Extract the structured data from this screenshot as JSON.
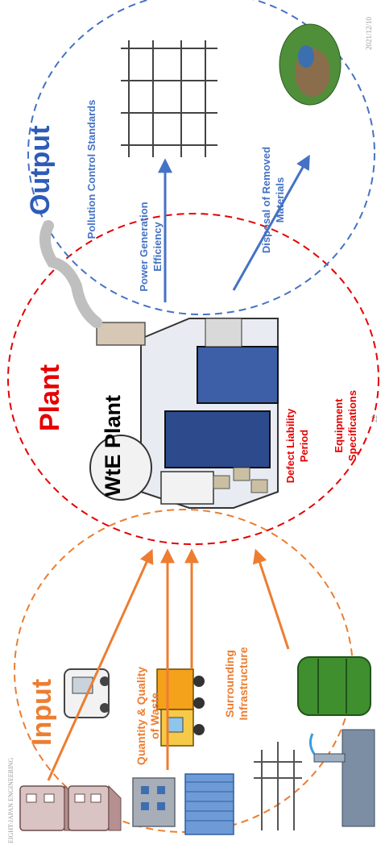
{
  "sections": {
    "input": "Input",
    "plant": "Plant",
    "output": "Output"
  },
  "plant": {
    "name": "WtE Plant",
    "defect_liability": "Defect Liability Period",
    "equipment_specs": "Equipment Specifications"
  },
  "input": {
    "quantity_quality": "Quantity & Quality of Waste",
    "surrounding_infra": "Surrounding Infrastructure"
  },
  "output": {
    "pollution_control": "Pollution Control Standards",
    "power_generation": "Power Generation Efficiency",
    "disposal": "Disposal of Removed Materials"
  },
  "footer": {
    "date": "2021/12/10",
    "page_number": "22",
    "company": "EIGHT-JAPAN ENGINEERING"
  },
  "colors": {
    "input": "#ed7d31",
    "plant": "#e60000",
    "output": "#4472c4"
  },
  "icons": [
    "house-icon",
    "apartment-icon",
    "garbage-truck-icon",
    "power-pole-icon",
    "water-tap-icon",
    "oil-drum-icon",
    "wte-plant-icon",
    "chimney-smoke-icon",
    "transmission-tower-icon",
    "landfill-icon"
  ]
}
